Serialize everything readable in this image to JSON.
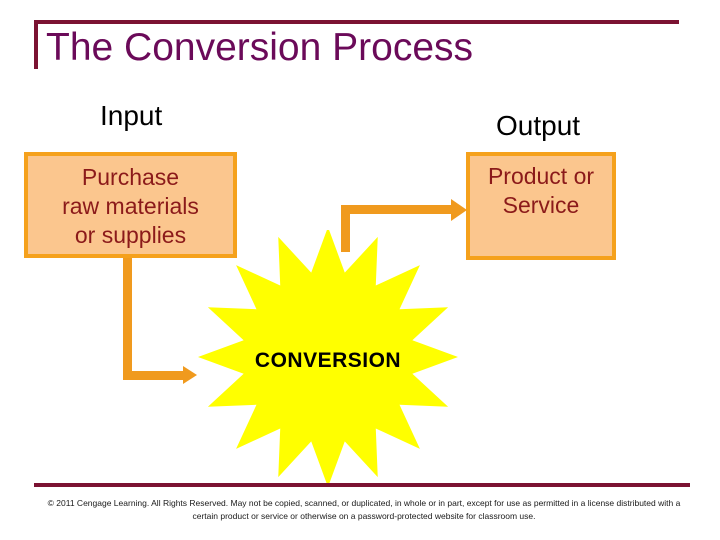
{
  "slide": {
    "title": "The Conversion Process",
    "accent_maroon": "#7B1232",
    "title_purple": "#6B0A59",
    "box_fill": "#FBC68E",
    "box_border": "#F5A11C",
    "box_text_color": "#8B1A1A",
    "arrow_color": "#F09A1E",
    "star_fill": "#FFFF00"
  },
  "captions": {
    "input": "Input",
    "output": "Output"
  },
  "boxes": {
    "input": "Purchase\nraw materials\nor supplies",
    "input_lines": [
      "Purchase",
      "raw materials",
      "or supplies"
    ],
    "output": "Product or\nService",
    "output_lines": [
      "Product or",
      "Service"
    ]
  },
  "star": {
    "label": "CONVERSION",
    "points": 16
  },
  "footer": {
    "copyright": "© 2011 Cengage Learning.  All Rights Reserved.  May not be copied, scanned, or duplicated, in whole or in part, except for use as permitted in a license distributed with a certain product or service or otherwise on a password-protected website for classroom use."
  }
}
